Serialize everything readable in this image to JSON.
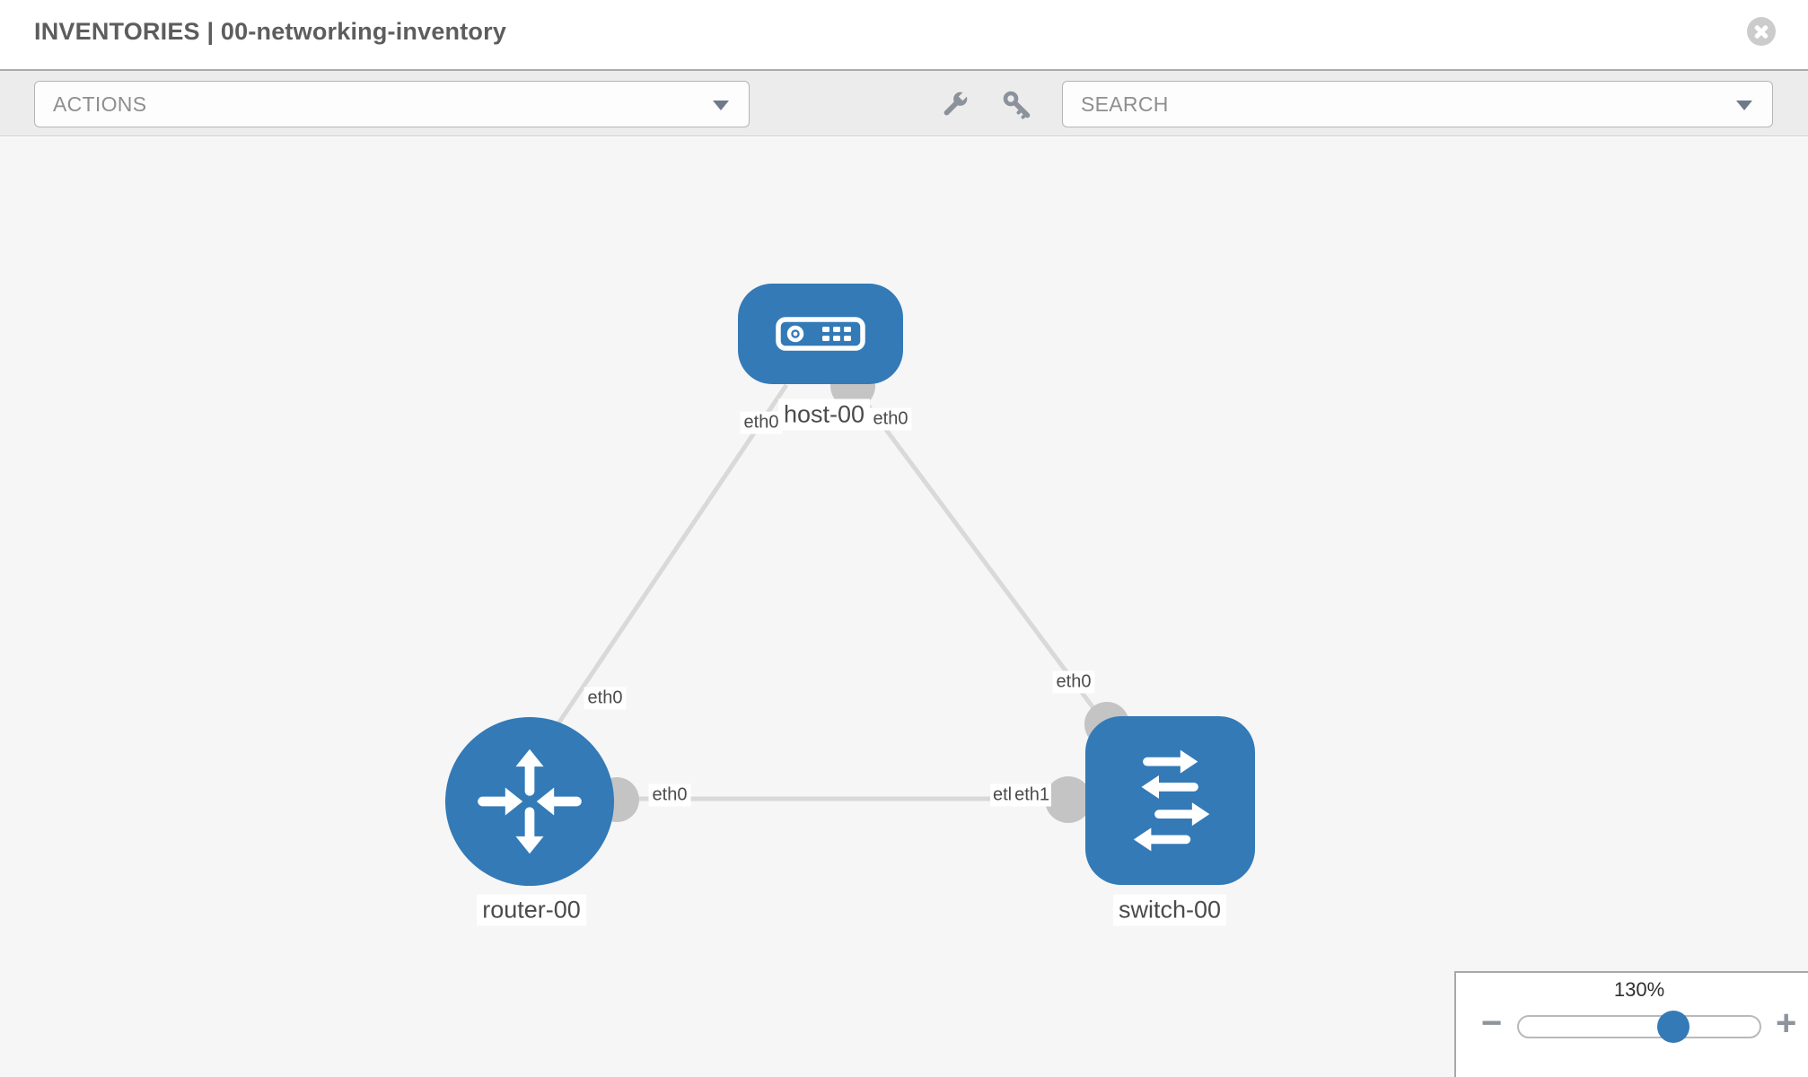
{
  "window": {
    "title": "INVENTORIES | 00-networking-inventory"
  },
  "icons": {
    "close": "close-icon",
    "wrench": "wrench-icon",
    "key": "key-icon"
  },
  "toolbar": {
    "actions": {
      "label": "ACTIONS"
    },
    "search": {
      "label": "SEARCH"
    }
  },
  "diagram": {
    "nodes": [
      {
        "id": "host-00",
        "type": "host",
        "label": "host-00"
      },
      {
        "id": "router-00",
        "type": "router",
        "label": "router-00"
      },
      {
        "id": "switch-00",
        "type": "switch",
        "label": "switch-00"
      }
    ],
    "links": [
      {
        "source": "host-00",
        "target": "router-00",
        "source_interface": "eth0",
        "target_interface": "eth0"
      },
      {
        "source": "host-00",
        "target": "switch-00",
        "source_interface": "eth0",
        "target_interface": "eth0"
      },
      {
        "source": "router-00",
        "target": "switch-00",
        "source_interface": "eth0",
        "target_interface": "eth1"
      }
    ],
    "labels": {
      "host": "host-00",
      "router": "router-00",
      "switch": "switch-00",
      "host_left_if": "eth0",
      "host_right_if": "eth0",
      "router_top_if": "eth0",
      "switch_top_if": "eth0",
      "link_mid_left_if": "eth0",
      "link_mid_right_overlap": "etl",
      "link_mid_right_if": "eth1"
    }
  },
  "zoom_control": {
    "level": "130%",
    "zoom_out": "−",
    "zoom_in": "+"
  },
  "colors": {
    "node_blue": "#337ab7",
    "link_gray": "#d9d9d9",
    "interface_gray": "#c4c4c4",
    "canvas_bg": "#f6f6f6",
    "toolbar_bg": "#ececec",
    "title_text": "#5d5d5d"
  }
}
